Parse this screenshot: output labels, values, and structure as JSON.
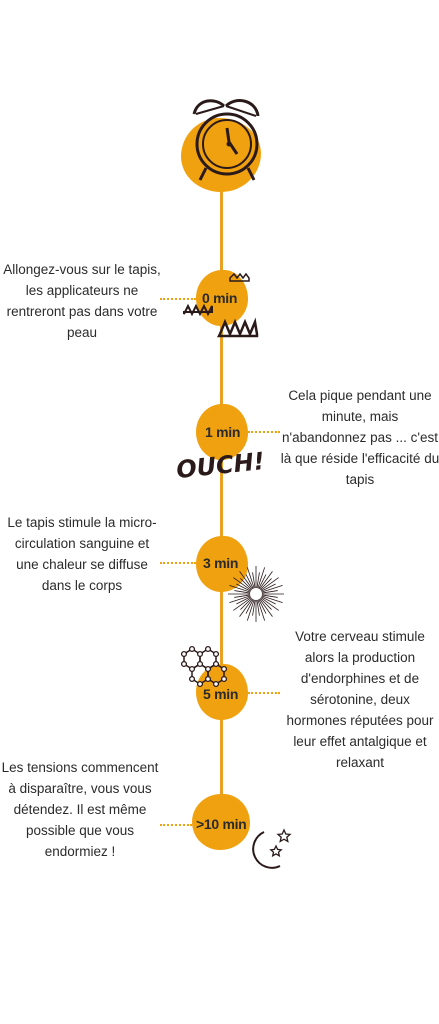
{
  "steps": [
    {
      "time": "0 min",
      "text": "Allongez-vous sur le tapis, les applicateurs ne rentreront pas dans votre peau",
      "icon": "spikes-icon"
    },
    {
      "time": "1 min",
      "text": "Cela pique pendant une minute, mais n'abandonnez pas ... c'est là que réside l'efficacité du tapis",
      "icon": "ouch-icon",
      "icon_text": "OUCH!"
    },
    {
      "time": "3 min",
      "text": "Le tapis stimule la micro-circulation sanguine et une chaleur se diffuse dans le corps",
      "icon": "burst-icon"
    },
    {
      "time": "5 min",
      "text": "Votre cerveau stimule alors la production d'endorphines et de sérotonine, deux hormones réputées pour leur effet antalgique et relaxant",
      "icon": "molecule-icon"
    },
    {
      "time": ">10 min",
      "text": "Les tensions commencent à disparaître, vous vous détendez. Il est même possible que vous endormiez !",
      "icon": "moon-stars-icon"
    }
  ],
  "header_icon": "alarm-clock-icon",
  "colors": {
    "accent": "#f0a10f",
    "line": "#e8a122",
    "text": "#2b2b2b"
  }
}
